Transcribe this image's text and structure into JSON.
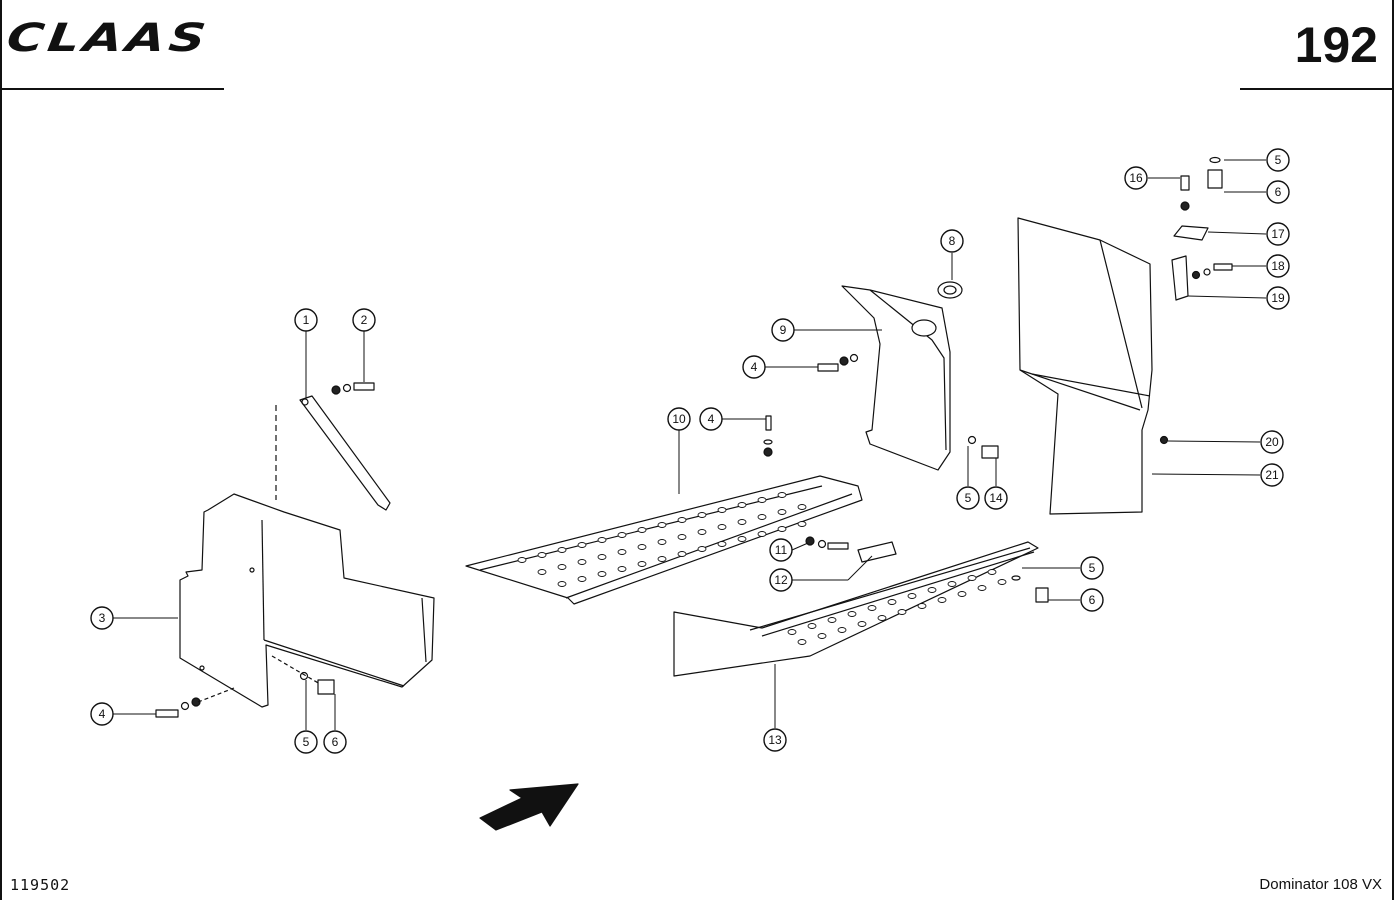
{
  "header": {
    "brand": "CLAAS",
    "page_number": "192"
  },
  "footer": {
    "doc_number": "119502",
    "model": "Dominator 108 VX"
  },
  "callouts": [
    "1",
    "2",
    "3",
    "4",
    "4",
    "4",
    "5",
    "6",
    "8",
    "9",
    "10",
    "4",
    "5",
    "14",
    "11",
    "12",
    "13",
    "16",
    "5",
    "6",
    "17",
    "18",
    "19",
    "20",
    "21",
    "5",
    "6"
  ]
}
